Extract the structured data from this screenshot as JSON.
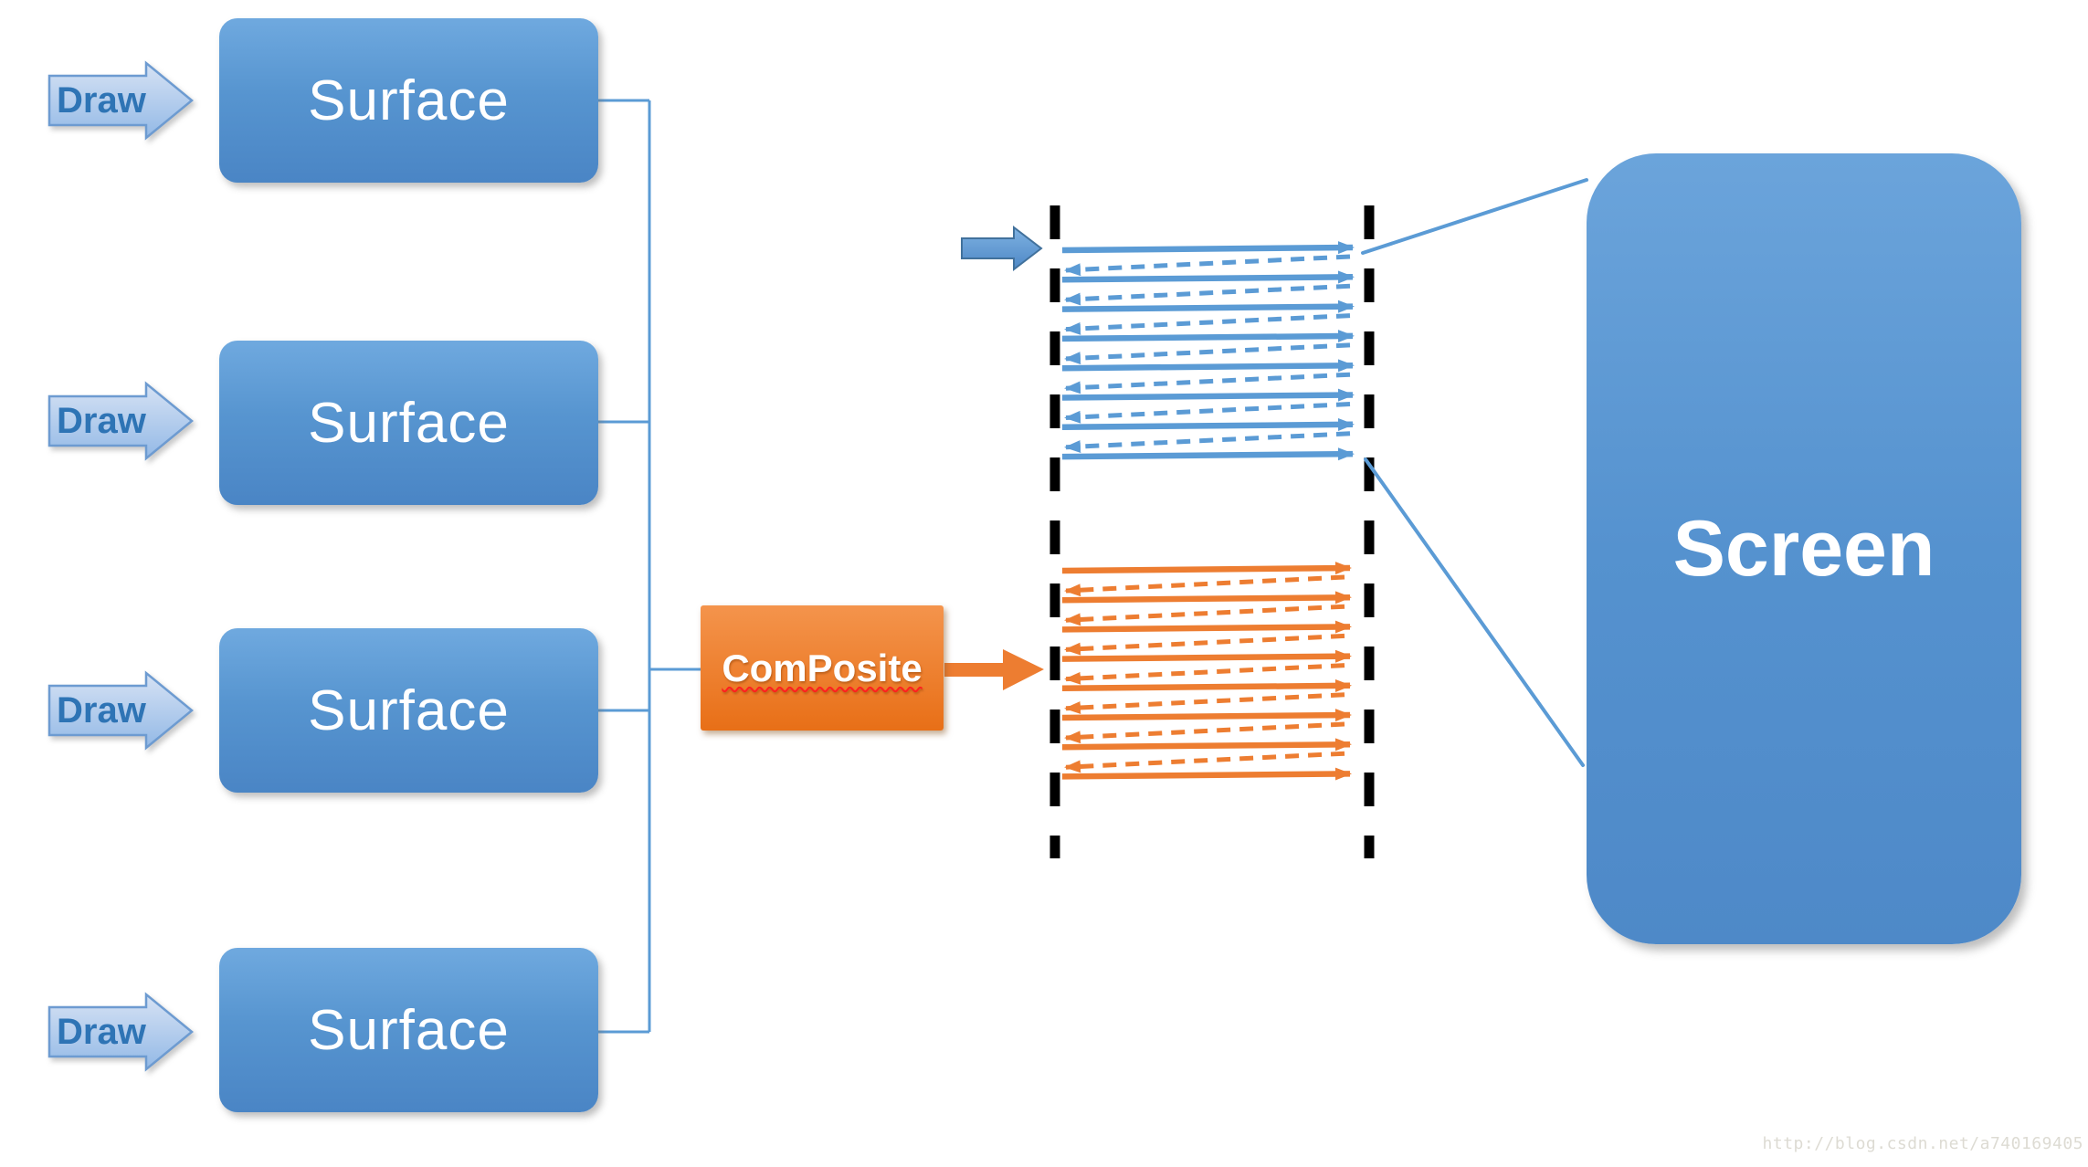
{
  "diagram": {
    "draw_arrows": [
      {
        "label": "Draw"
      },
      {
        "label": "Draw"
      },
      {
        "label": "Draw"
      },
      {
        "label": "Draw"
      }
    ],
    "surfaces": [
      {
        "label": "Surface"
      },
      {
        "label": "Surface"
      },
      {
        "label": "Surface"
      },
      {
        "label": "Surface"
      }
    ],
    "composite": {
      "label": "ComPosite"
    },
    "screen": {
      "label": "Screen"
    }
  },
  "sequence": {
    "blue_solid_arrow_count": 8,
    "blue_dashed_arrow_count": 7,
    "orange_solid_arrow_count": 8,
    "orange_dashed_arrow_count": 7
  },
  "watermark": {
    "text": "http://blog.csdn.net/a740169405"
  },
  "colors": {
    "diagram_blue": "#5B9BD5",
    "diagram_orange": "#ED7D31",
    "draw_text_blue": "#2E74B5",
    "lifeline_black": "#000000",
    "underline_red": "#FF1F1F",
    "watermark_gray": "#DDDBD3"
  }
}
